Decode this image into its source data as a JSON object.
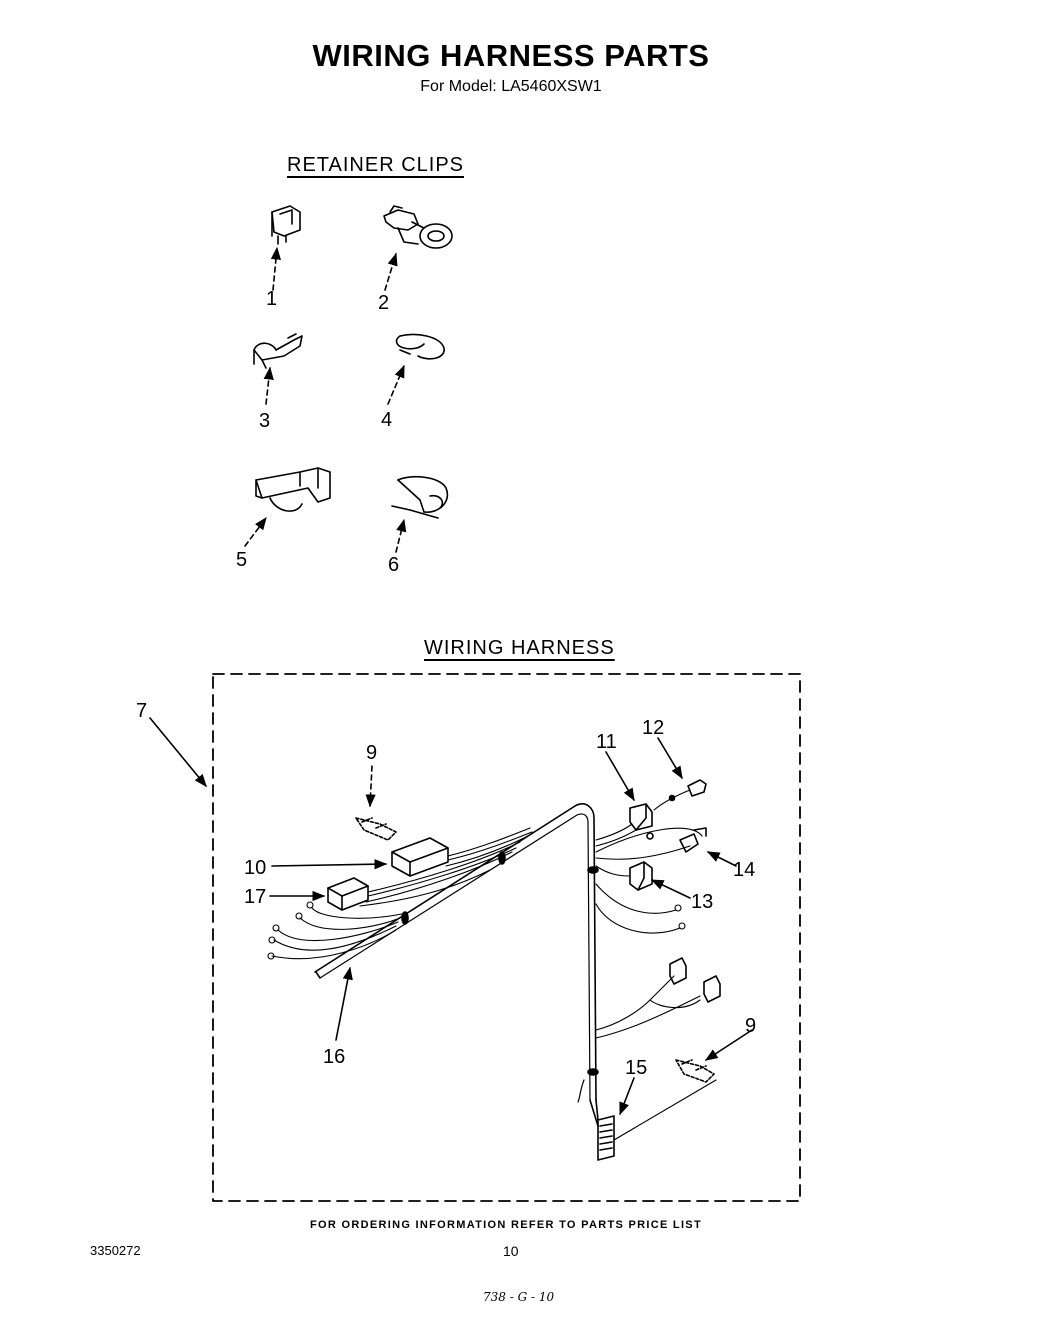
{
  "header": {
    "title": "WIRING HARNESS PARTS",
    "subtitle": "For Model: LA5460XSW1"
  },
  "sections": {
    "retainer_clips": "RETAINER CLIPS",
    "wiring_harness": "WIRING HARNESS"
  },
  "callouts": {
    "c1": "1",
    "c2": "2",
    "c3": "3",
    "c4": "4",
    "c5": "5",
    "c6": "6",
    "c7": "7",
    "c9a": "9",
    "c9b": "9",
    "c10": "10",
    "c11": "11",
    "c12": "12",
    "c13": "13",
    "c14": "14",
    "c15": "15",
    "c16": "16",
    "c17": "17"
  },
  "footer": {
    "note": "FOR ORDERING INFORMATION REFER TO PARTS PRICE LIST",
    "doc_number": "3350272",
    "page_number": "10",
    "handwritten": "738 - G - 10"
  }
}
